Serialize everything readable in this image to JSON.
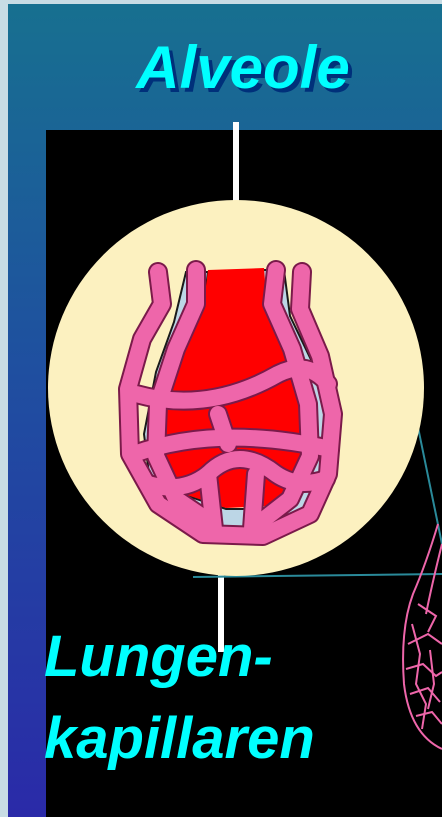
{
  "diagram": {
    "title": "Alveole",
    "label_lines": [
      "Lungen-",
      "kapillaren"
    ]
  },
  "colors": {
    "label_text": "#00ffff",
    "label_shadow": "#00307a",
    "panel": "#000000",
    "circle": "#fcf1c0",
    "alveolus": "#ff0000",
    "capillary": "#ee66aa"
  }
}
